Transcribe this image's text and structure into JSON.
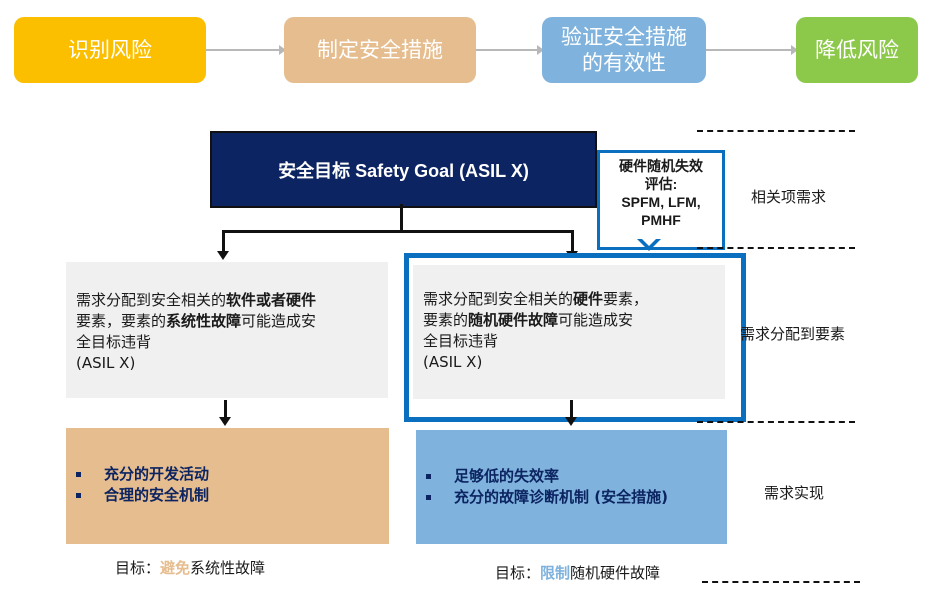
{
  "flow": {
    "steps": [
      {
        "label": "识别风险",
        "color": "#fbbf00"
      },
      {
        "label": "制定安全措施",
        "color": "#e6bd8e"
      },
      {
        "label": "验证安全措施\n的有效性",
        "line1": "验证安全措施",
        "line2": "的有效性",
        "color": "#7fb3dd"
      },
      {
        "label": "降低风险",
        "color": "#8cc94a"
      }
    ]
  },
  "safety_goal": {
    "label": "安全目标 Safety Goal (ASIL X)",
    "color": "#0c2461"
  },
  "callout": {
    "line1": "硬件随机失效",
    "line2": "评估:",
    "line3": "SPFM, LFM,",
    "line4": "PMHF",
    "border_color": "#0a6fbf"
  },
  "requirements": {
    "left": {
      "p1": "需求分配到安全相关的",
      "b1": "软件或者硬件",
      "p2": "要素，要素的",
      "b2": "系统性故障",
      "p3": "可能造成安",
      "p4": "全目标违背",
      "p5": "(ASIL X)"
    },
    "right": {
      "p1": "需求分配到安全相关的",
      "b1": "硬件",
      "p1b": "要素，",
      "p2": "要素的",
      "b2": "随机硬件故障",
      "p3": "可能造成安",
      "p4": "全目标违背",
      "p5": "(ASIL X)"
    }
  },
  "implementation": {
    "left": {
      "bullets": [
        "充分的开发活动",
        "合理的安全机制"
      ],
      "color": "#e6bd8e"
    },
    "right": {
      "bullets": [
        "足够低的失效率",
        "充分的故障诊断机制 (安全措施)"
      ],
      "color": "#7fb3dd"
    }
  },
  "goal_notes": {
    "left": {
      "prefix": "目标：",
      "highlight": "避免",
      "suffix": "系统性故障",
      "highlight_color": "#e6bd8e"
    },
    "right": {
      "prefix": "目标：",
      "highlight": "限制",
      "suffix": "随机硬件故障",
      "highlight_color": "#7fb3dd"
    }
  },
  "side_labels": {
    "item_requirements": "相关项需求",
    "allocation": "需求分配到要素",
    "realization": "需求实现"
  }
}
